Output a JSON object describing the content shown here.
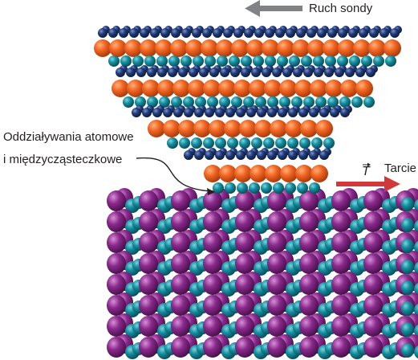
{
  "labels": {
    "probe_motion": "Ruch sondy",
    "interaction_line1": "Oddziaływania atomowe",
    "interaction_line2": "i międzycząsteczkowe",
    "force_symbol": "T",
    "friction": "Tarcie"
  },
  "colors": {
    "orange_atom": "#f26522",
    "teal_atom": "#138fa0",
    "navy_atom": "#213c7c",
    "purple_atom": "#8a2a8c",
    "gray_arrow": "#808285",
    "red_arrow": "#d1383c",
    "text": "#231f20"
  }
}
